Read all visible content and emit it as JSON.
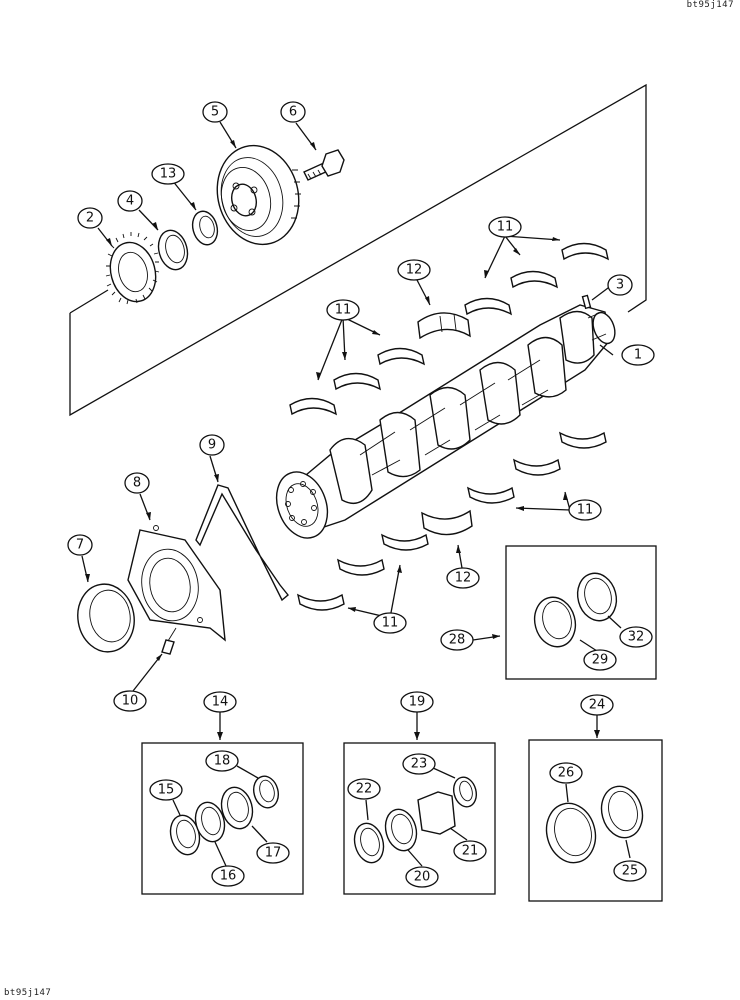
{
  "drawing_code_top": "bt95j147",
  "drawing_code_bottom": "bt95j147",
  "callouts": {
    "c1": "1",
    "c2": "2",
    "c3": "3",
    "c4": "4",
    "c5": "5",
    "c6": "6",
    "c7": "7",
    "c8": "8",
    "c9": "9",
    "c10": "10",
    "c11a": "11",
    "c11b": "11",
    "c11c": "11",
    "c11d": "11",
    "c12a": "12",
    "c12b": "12",
    "c13": "13",
    "c14": "14",
    "c15": "15",
    "c16": "16",
    "c17": "17",
    "c18": "18",
    "c19": "19",
    "c20": "20",
    "c21": "21",
    "c22": "22",
    "c23": "23",
    "c24": "24",
    "c25": "25",
    "c26": "26",
    "c28": "28",
    "c29": "29",
    "c32": "32"
  }
}
